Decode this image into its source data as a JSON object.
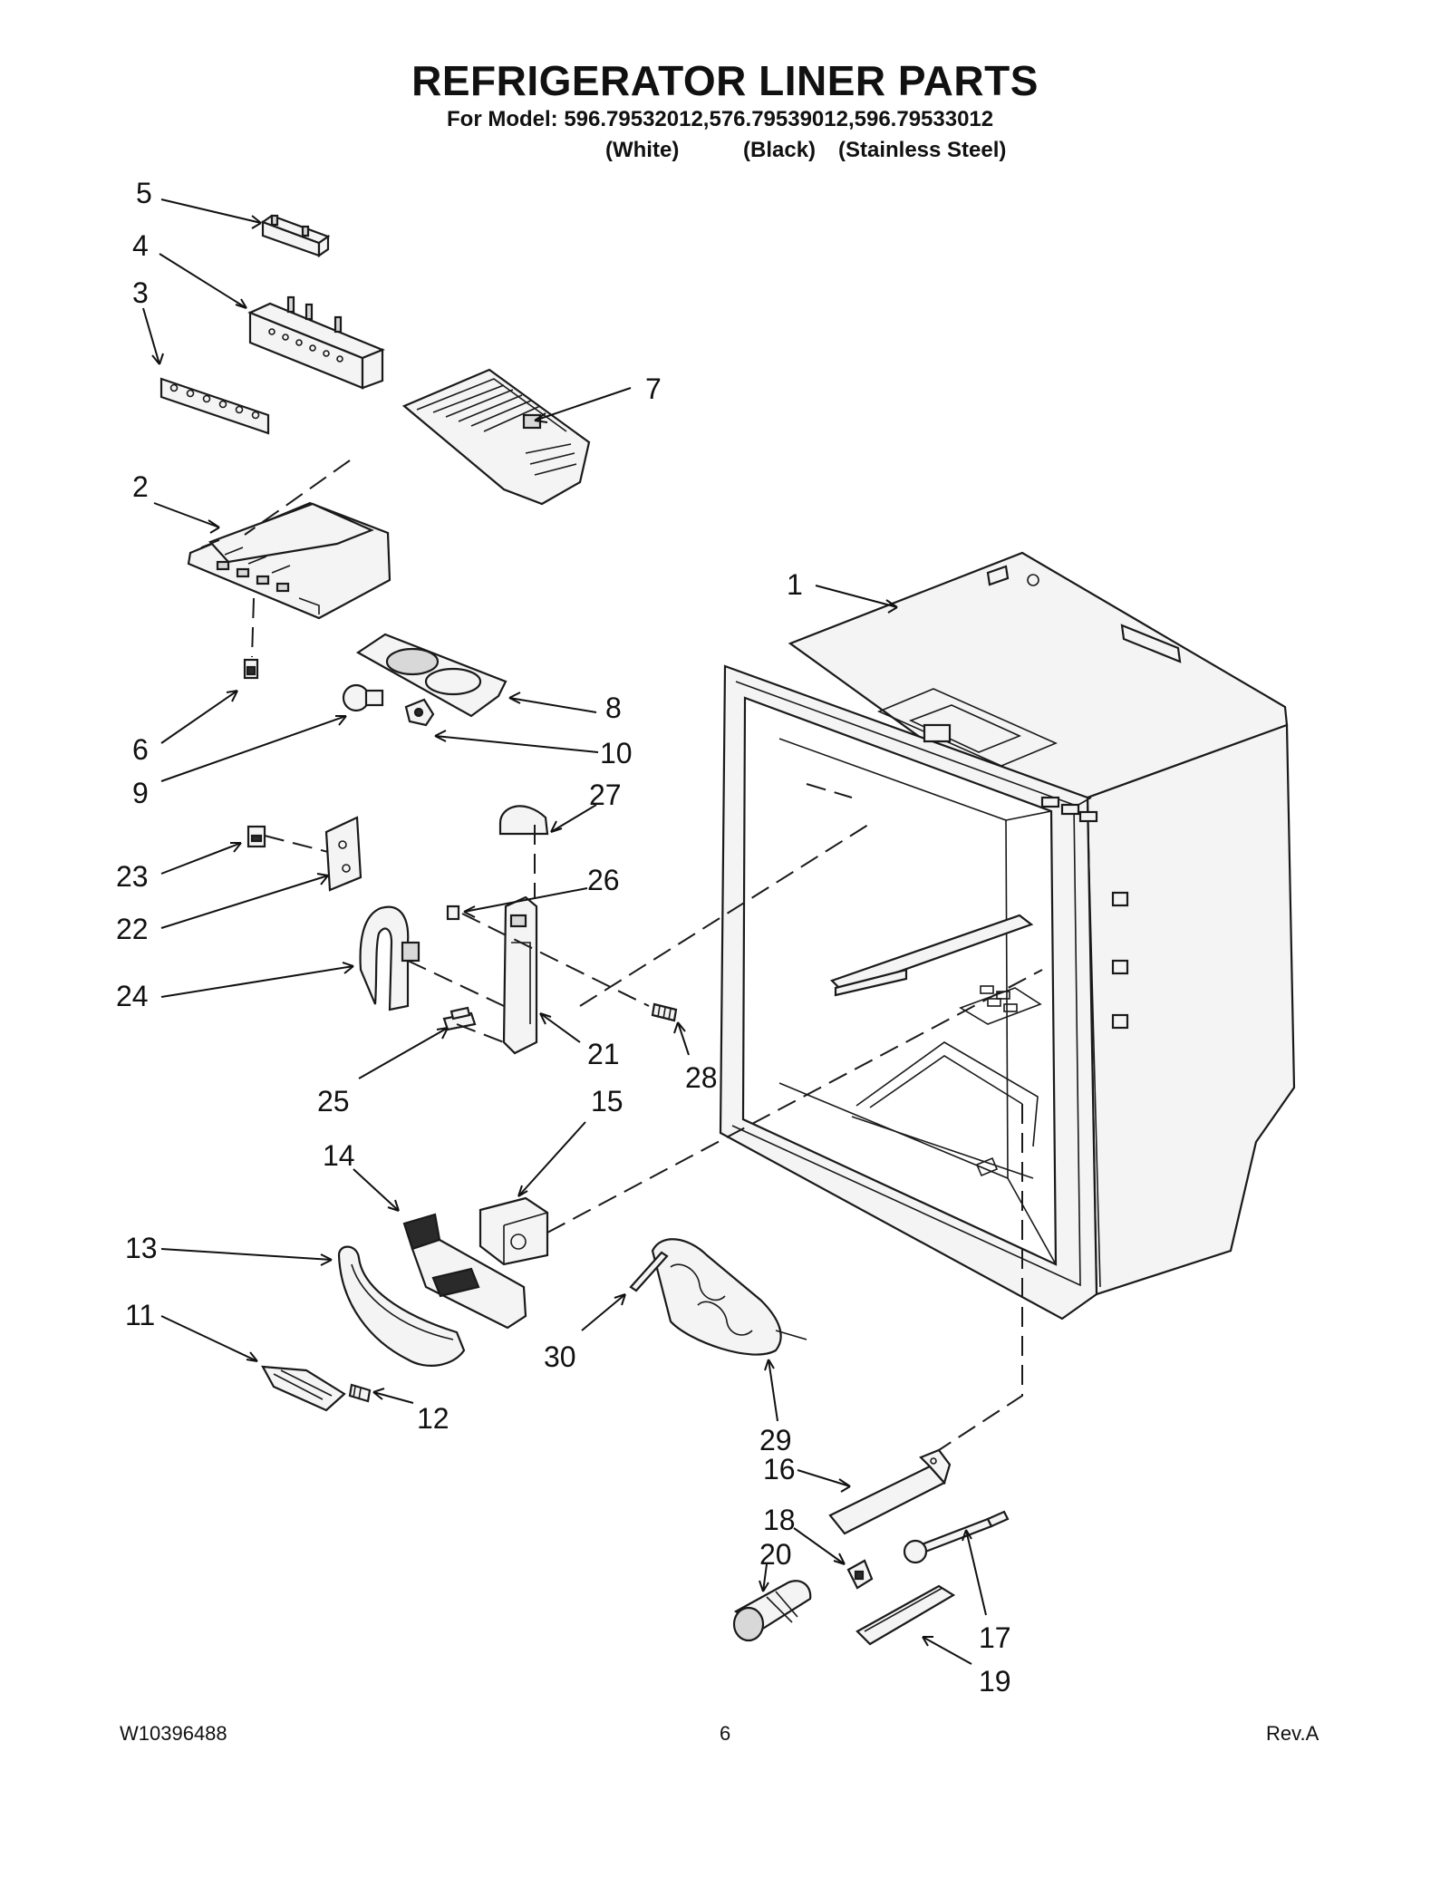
{
  "header": {
    "title": "REFRIGERATOR LINER PARTS",
    "model_line": "For Model: 596.79532012,576.79539012,596.79533012",
    "variants": [
      "(White)",
      "(Black)",
      "(Stainless Steel)"
    ]
  },
  "callouts": [
    "1",
    "2",
    "3",
    "4",
    "5",
    "6",
    "7",
    "8",
    "9",
    "10",
    "11",
    "12",
    "13",
    "14",
    "15",
    "16",
    "17",
    "18",
    "19",
    "20",
    "21",
    "22",
    "23",
    "24",
    "25",
    "26",
    "27",
    "28",
    "29",
    "30"
  ],
  "footer": {
    "doc_number": "W10396488",
    "page_number": "6",
    "revision": "Rev.A"
  }
}
